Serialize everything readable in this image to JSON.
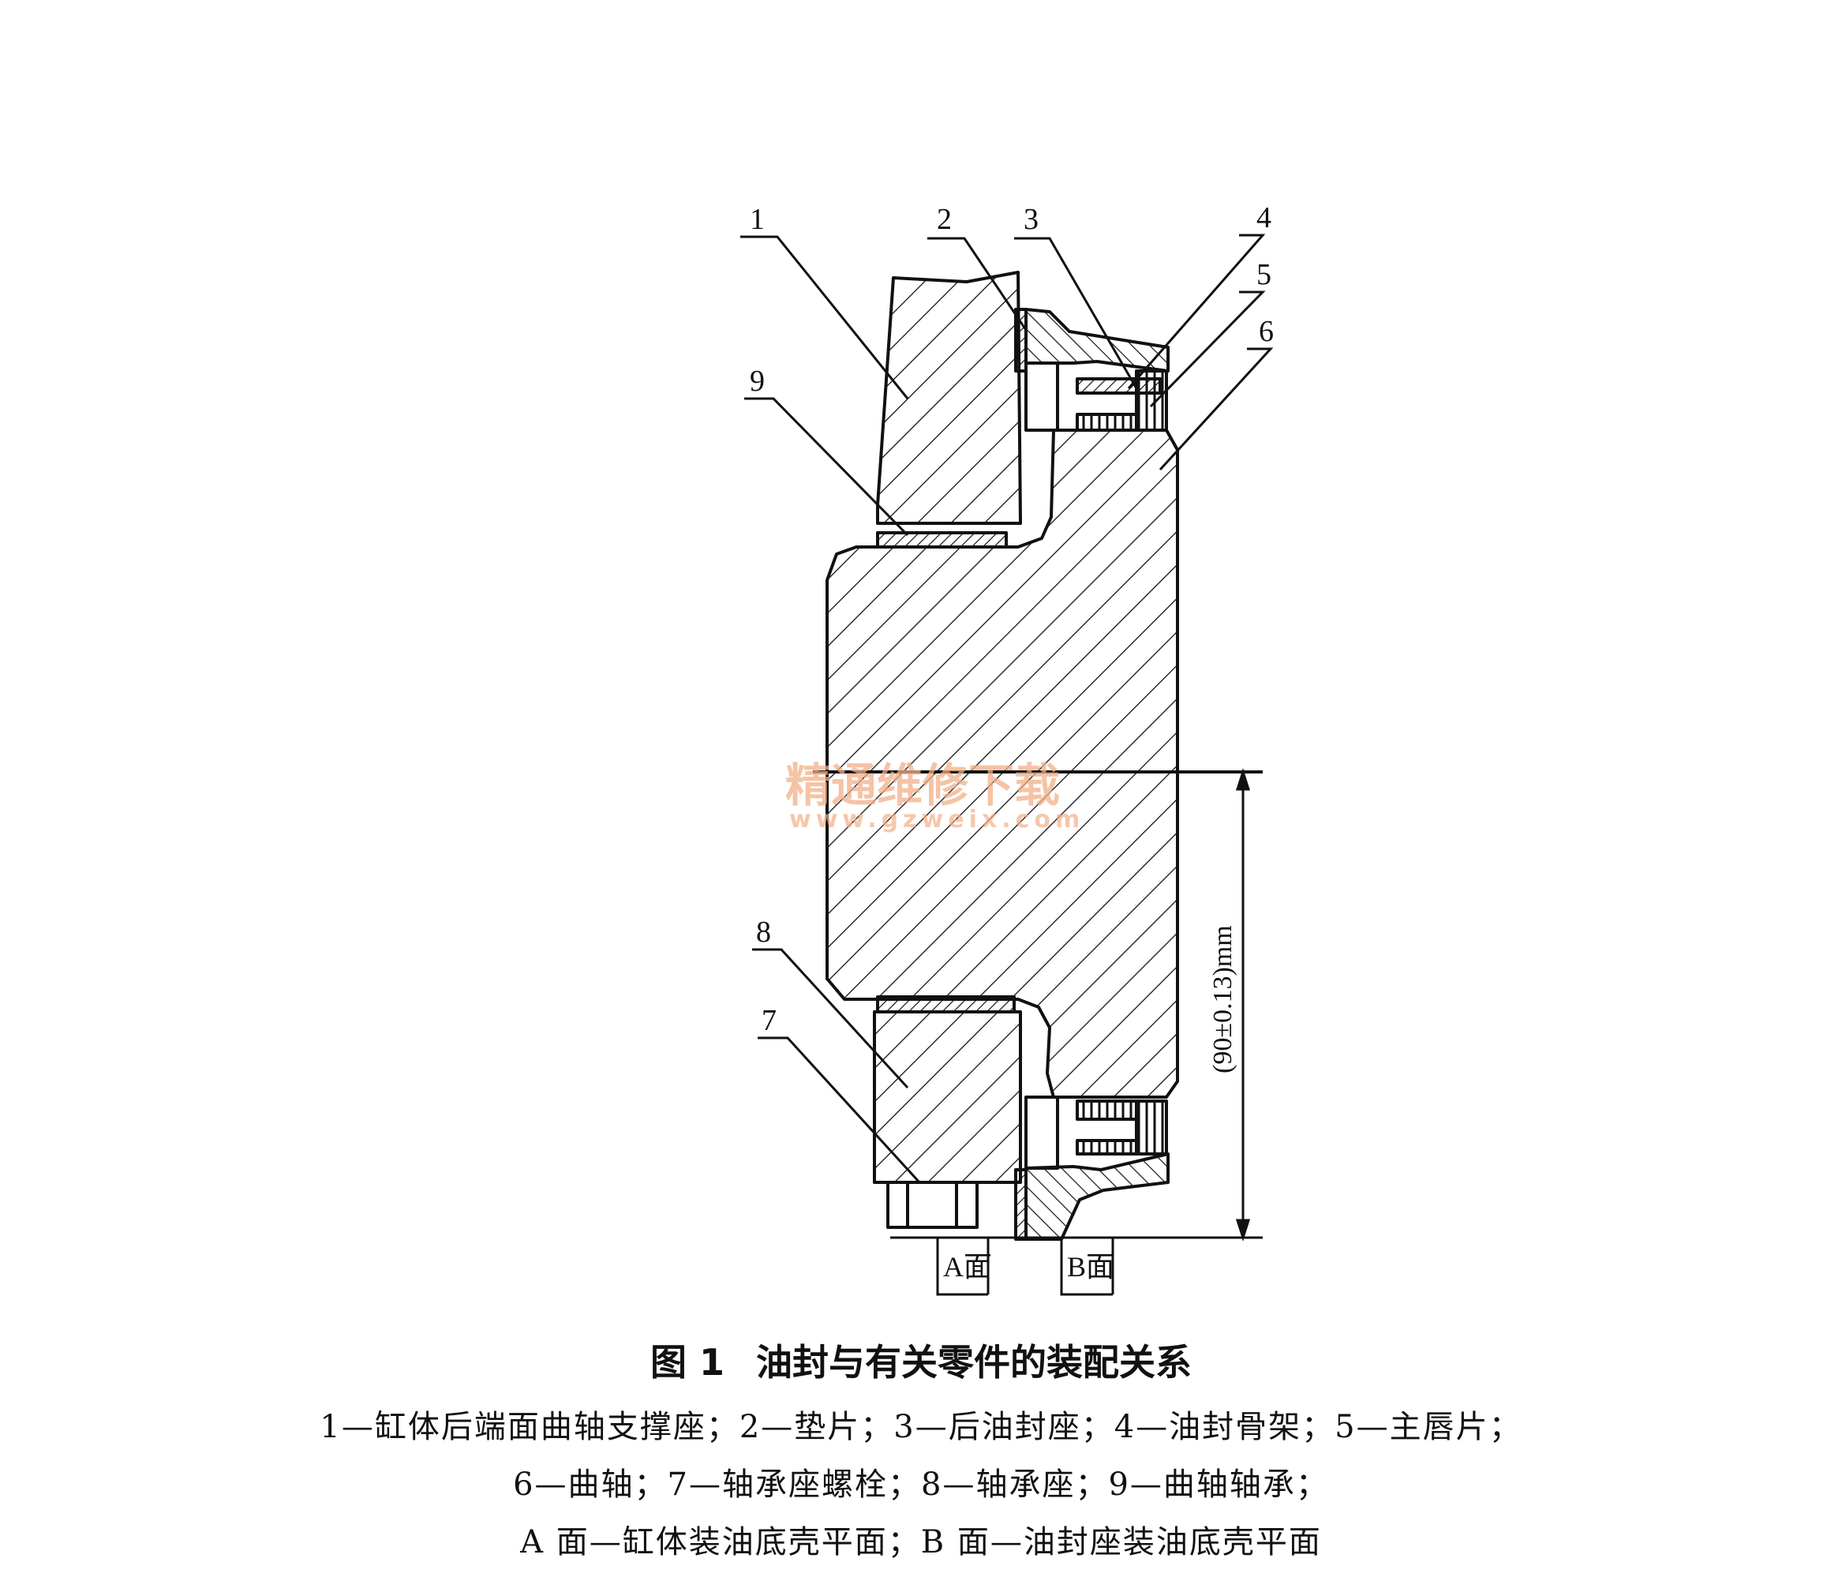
{
  "parts": {
    "p1": "1",
    "p2": "2",
    "p3": "3",
    "p4": "4",
    "p5": "5",
    "p6": "6",
    "p7": "7",
    "p8": "8",
    "p9": "9"
  },
  "faces": {
    "a": "A面",
    "b": "B面"
  },
  "dimension": "(90±0.13)mm",
  "watermark": {
    "cn": "精通维修下载",
    "url": "www.gzweix.com"
  },
  "caption": {
    "number": "图 1",
    "title": "油封与有关零件的装配关系",
    "legend_lines": [
      "1—缸体后端面曲轴支撑座；2—垫片；3—后油封座；4—油封骨架；5—主唇片；",
      "6—曲轴；7—轴承座螺栓；8—轴承座；9—曲轴轴承；",
      "A 面—缸体装油底壳平面；B 面—油封座装油底壳平面"
    ]
  },
  "colors": {
    "line": "#111111",
    "watermark": "#f2b088"
  }
}
